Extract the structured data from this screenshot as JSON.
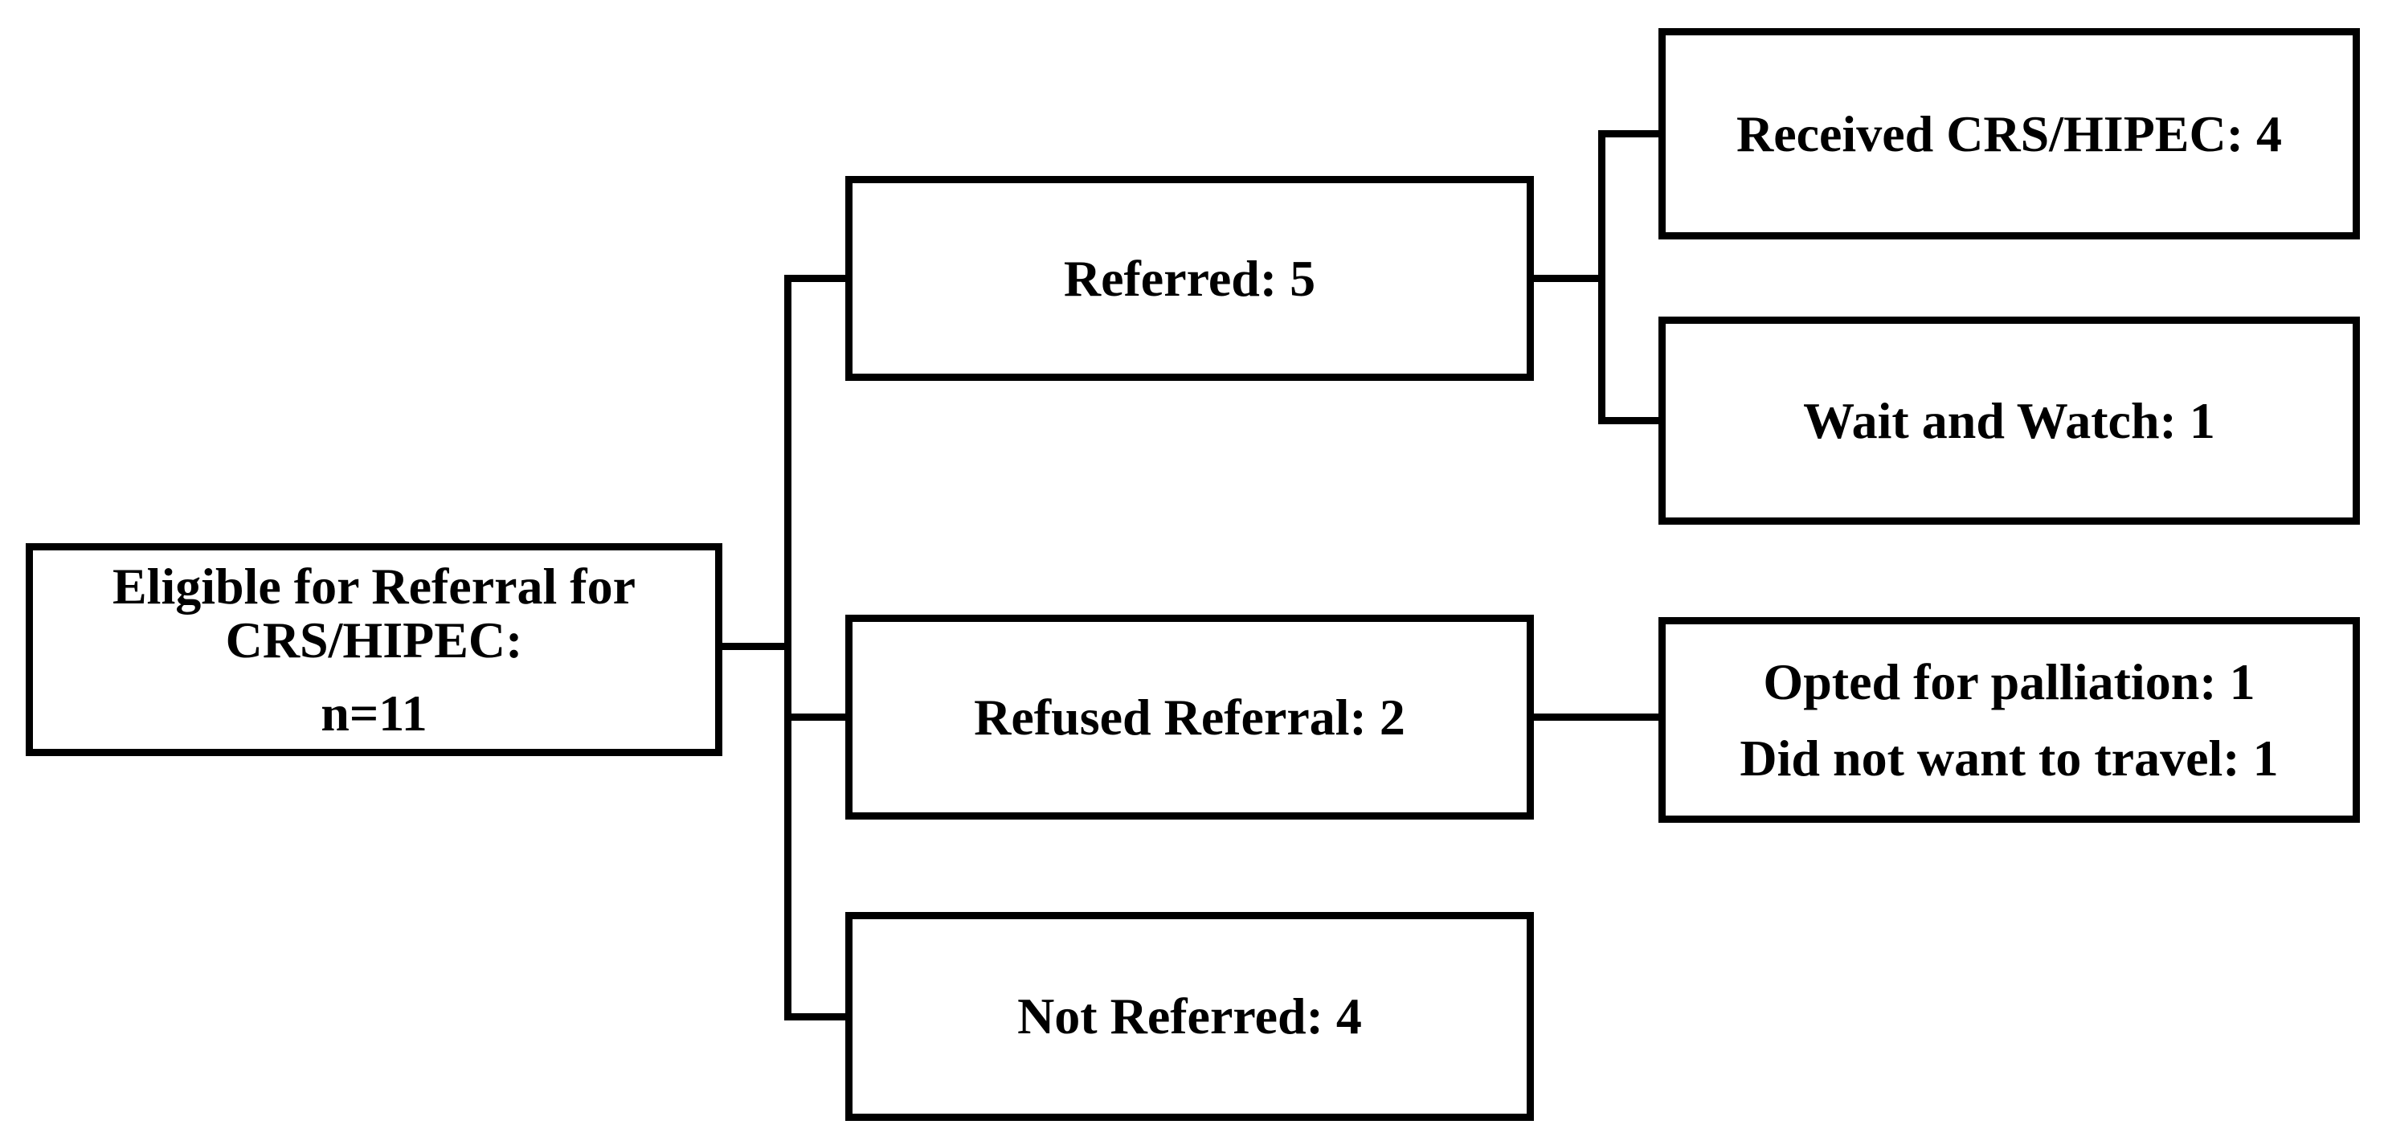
{
  "figure": {
    "type": "flowchart",
    "colors": {
      "background": "#ffffff",
      "line": "#000000",
      "text": "#000000",
      "box_fill": "#ffffff"
    },
    "nodes": {
      "eligible": {
        "lines": [
          "Eligible for Referral for",
          "CRS/HIPEC:",
          "n=11"
        ]
      },
      "referred": {
        "label": "Referred: 5"
      },
      "refused": {
        "label": "Refused Referral: 2"
      },
      "not_referred": {
        "label": "Not Referred: 4"
      },
      "received": {
        "label": "Received CRS/HIPEC: 4"
      },
      "wait_watch": {
        "label": "Wait and Watch: 1"
      },
      "refused_outcomes": {
        "lines": [
          "Opted for palliation: 1",
          "Did not want to travel: 1"
        ]
      }
    },
    "edges": [
      {
        "from": "eligible",
        "to": "referred"
      },
      {
        "from": "eligible",
        "to": "refused"
      },
      {
        "from": "eligible",
        "to": "not_referred"
      },
      {
        "from": "referred",
        "to": "received"
      },
      {
        "from": "referred",
        "to": "wait_watch"
      },
      {
        "from": "refused",
        "to": "refused_outcomes"
      }
    ]
  }
}
